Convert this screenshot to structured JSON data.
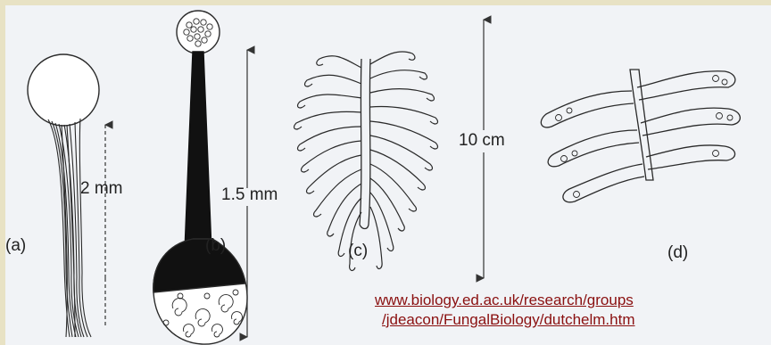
{
  "panels": {
    "a": {
      "letter": "(a)",
      "scale": "2 mm"
    },
    "b": {
      "letter": "(b)",
      "scale": "1.5 mm"
    },
    "c": {
      "letter": "(c)",
      "scale": "10 cm"
    },
    "d": {
      "letter": "(d)"
    }
  },
  "source": {
    "line1": "www.biology.ed.ac.uk/research/groups",
    "line2": "/jdeacon/FungalBiology/dutchelm.htm"
  },
  "colors": {
    "ink": "#2a2a2a",
    "page": "#f1f3f6",
    "frame": "#e8e2c4",
    "link": "#8a1010"
  }
}
